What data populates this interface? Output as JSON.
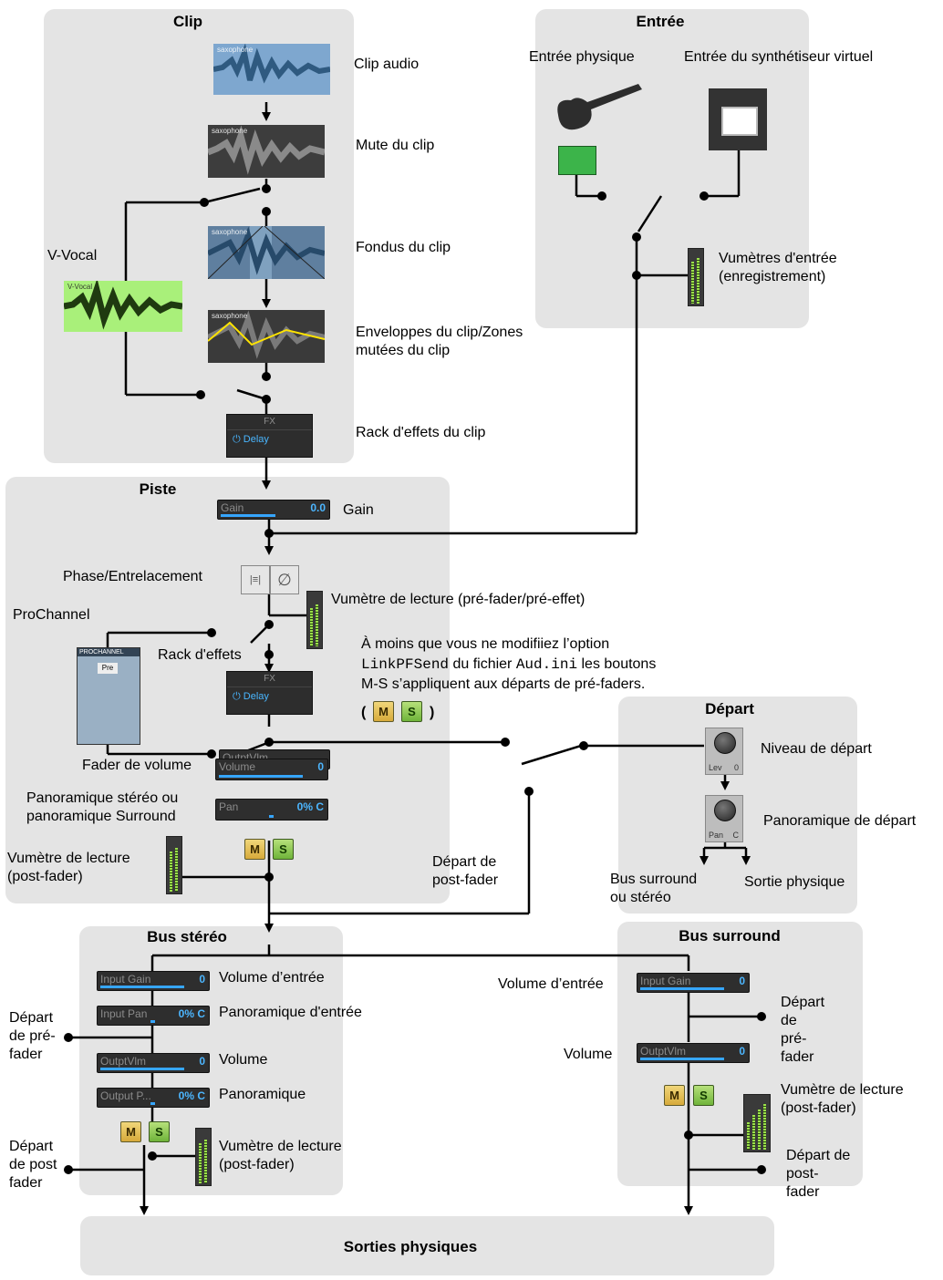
{
  "panels": {
    "clip": "Clip",
    "entree": "Entrée",
    "piste": "Piste",
    "depart": "Départ",
    "bus_stereo": "Bus stéréo",
    "bus_surround": "Bus surround",
    "sorties": "Sorties physiques"
  },
  "clip": {
    "audio": "Clip audio",
    "mute": "Mute du clip",
    "fondus": "Fondus du clip",
    "env1": "Enveloppes du clip/Zones",
    "env2": "mutées du clip",
    "rack": "Rack d'effets du clip",
    "vvocal": "V-Vocal",
    "wave_tag": "saxophone",
    "vvocal_tag": "V-Vocal",
    "fx_header": "FX",
    "fx_item": "Delay"
  },
  "entree": {
    "physique": "Entrée physique",
    "synth": "Entrée du synthétiseur virtuel",
    "vu1": "Vumètres d'entrée",
    "vu2": "(enregistrement)"
  },
  "piste": {
    "gain_label": "Gain",
    "gain_strip_name": "Gain",
    "gain_strip_value": "0.0",
    "phase": "Phase/Entrelacement",
    "vu_lecture": "Vumètre de lecture (pré-fader/pré-effet)",
    "prochannel": "ProChannel",
    "prochannel_title": "PROCHANNEL",
    "prochannel_pre": "Pre",
    "rack": "Rack d'effets",
    "fx_header": "FX",
    "fx_item": "Delay",
    "note1a": "À moins que vous ne modifiiez l’option",
    "note2_code1": "LinkPFSend",
    "note2_mid": " du fichier ",
    "note2_code2": "Aud.ini",
    "note2_end": " les boutons",
    "note3": "M-S s’appliquent aux départs de pré-faders.",
    "paren_open": "(",
    "paren_close": ")",
    "fader_label": "Fader de volume",
    "fader_strip_back": "OutptVlm",
    "fader_strip_name": "Volume",
    "fader_strip_value": "0",
    "pan_label1": "Panoramique  stéréo ou",
    "pan_label2": "panoramique  Surround",
    "pan_strip_name": "Pan",
    "pan_strip_value": "0% C",
    "vu_post1": "Vumètre de lecture",
    "vu_post2": "(post-fader)",
    "depart_post1": "Départ de",
    "depart_post2": "post-fader"
  },
  "depart": {
    "niveau": "Niveau de départ",
    "pan": "Panoramique de départ",
    "bus1": "Bus surround",
    "bus2": "ou stéréo",
    "sortie": "Sortie physique",
    "lev": "Lev",
    "lev_val": "0",
    "pan_k": "Pan",
    "pan_val": "C"
  },
  "bus_stereo": {
    "vol_entree": "Volume d’entrée",
    "pan_entree": "Panoramique d'entrée",
    "volume": "Volume",
    "pan": "Panoramique",
    "vu1": "Vumètre de lecture",
    "vu2": "(post-fader)",
    "dep_pre1": "Départ",
    "dep_pre2": "de pré-",
    "dep_pre3": "fader",
    "dep_post1": "Départ",
    "dep_post2": "de post",
    "dep_post3": "fader",
    "s1_name": "Input Gain",
    "s1_val": "0",
    "s2_name": "Input Pan",
    "s2_val": "0% C",
    "s3_name": "OutptVlm",
    "s3_val": "0",
    "s4_name": "Output P...",
    "s4_val": "0% C"
  },
  "bus_surround": {
    "vol_entree": "Volume d’entrée",
    "volume": "Volume",
    "dep_pre1": "Départ",
    "dep_pre2": "de",
    "dep_pre3": "pré-",
    "dep_pre4": "fader",
    "vu1": "Vumètre de lecture",
    "vu2": "(post-fader)",
    "dep_post1": "Départ de",
    "dep_post2": "post-",
    "dep_post3": "fader",
    "s1_name": "Input Gain",
    "s1_val": "0",
    "s2_name": "OutptVlm",
    "s2_val": "0"
  },
  "buttons": {
    "m": "M",
    "s": "S"
  }
}
